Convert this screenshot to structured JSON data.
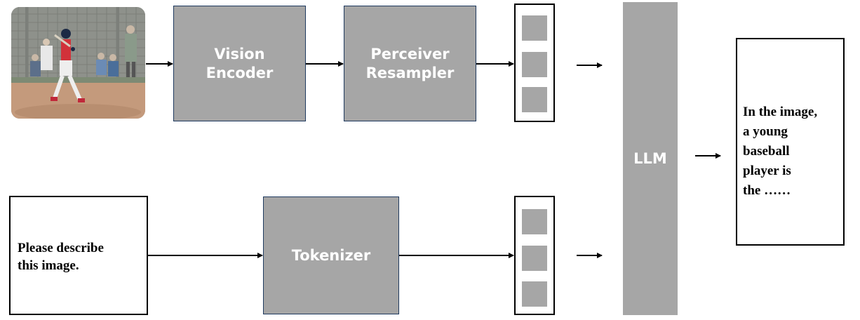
{
  "pipeline": {
    "vision_encoder": {
      "label": "Vision\nEncoder"
    },
    "perceiver_resampler": {
      "label": "Perceiver\nResampler"
    },
    "tokenizer": {
      "label": "Tokenizer"
    },
    "llm": {
      "label": "LLM"
    }
  },
  "prompt": {
    "text": "Please describe\nthis image."
  },
  "output": {
    "text": "In the image,\na young\nbaseball\nplayer is\nthe ……"
  },
  "colors": {
    "block_fill": "#a6a6a6",
    "block_border": "#1f3a5f",
    "text_on_block": "#ffffff",
    "outline": "#000000"
  }
}
